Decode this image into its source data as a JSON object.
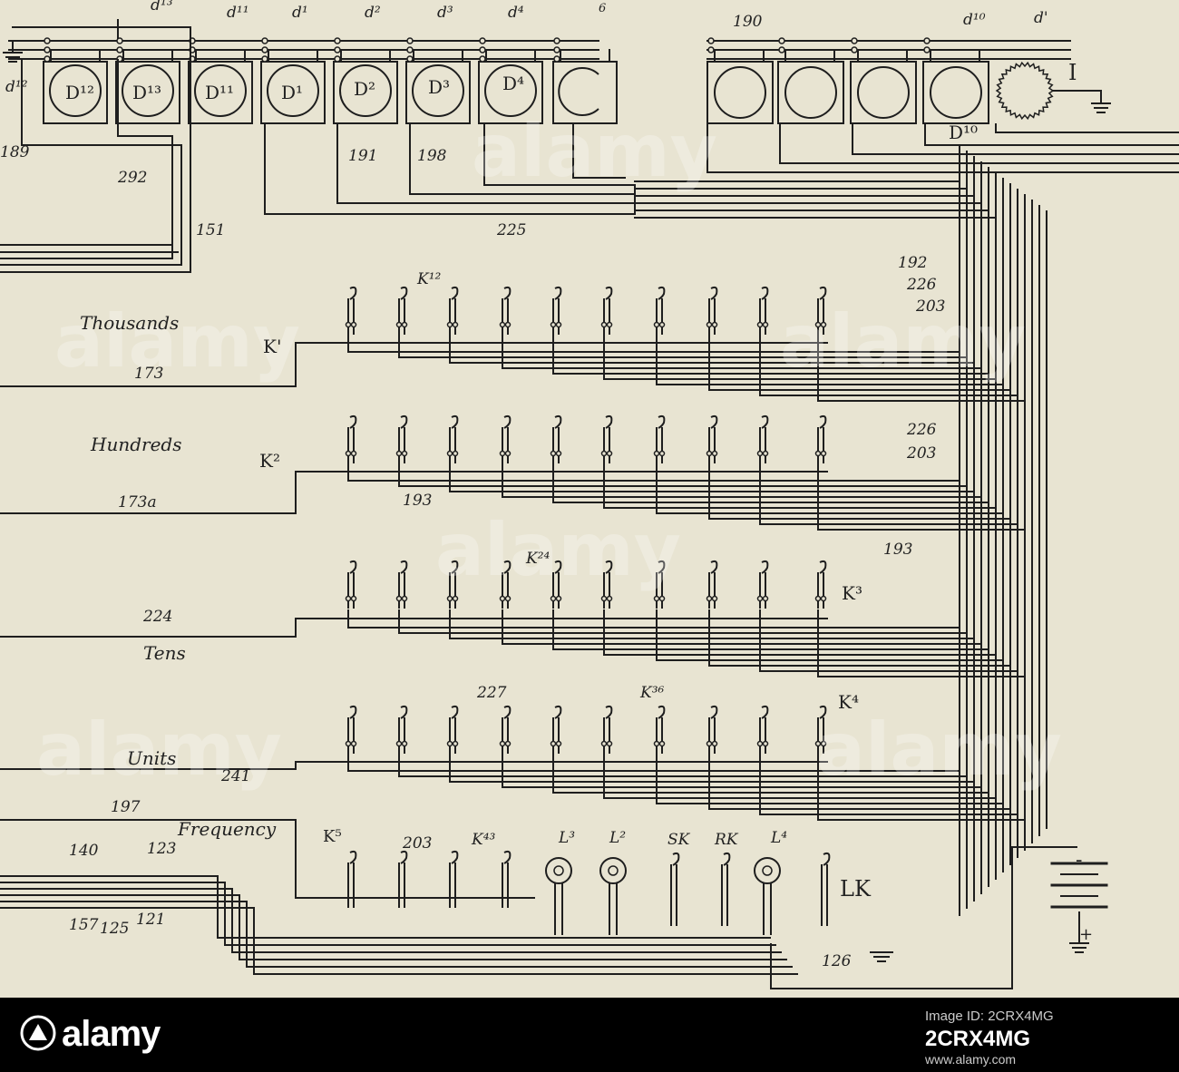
{
  "diagram": {
    "top_labels": {
      "d13": "d¹³",
      "d11": "d¹¹",
      "d1": "d¹",
      "d2": "d²",
      "d3": "d³",
      "d4": "d⁴",
      "d6": "6",
      "n190": "190",
      "d10": "d¹⁰",
      "d_prime": "d'",
      "d12": "d¹²"
    },
    "dials": [
      "D¹²",
      "D¹³",
      "D¹¹",
      "D¹",
      "D²",
      "D³",
      "D⁴"
    ],
    "dial_d10_label": "D¹⁰",
    "inductor_label": "I",
    "wire_numbers": {
      "n189": "189",
      "n292": "292",
      "n151": "151",
      "n191": "191",
      "n198": "198",
      "n225": "225",
      "n192": "192",
      "n226a": "226",
      "n203a": "203",
      "n226b": "226",
      "n203b": "203",
      "n193a": "193",
      "n193b": "193",
      "n227": "227",
      "n241": "241",
      "n197": "197",
      "n140": "140",
      "n123": "123",
      "n157": "157",
      "n125": "125",
      "n121": "121",
      "n126": "126",
      "n203c": "203",
      "n173": "173",
      "n173a": "173a",
      "n224": "224"
    },
    "row_labels": {
      "thousands": "Thousands",
      "hundreds": "Hundreds",
      "tens": "Tens",
      "units": "Units",
      "frequency": "Frequency"
    },
    "keys": {
      "K1": "K'",
      "K2": "K²",
      "K3": "K³",
      "K4": "K⁴",
      "K5": "K⁵",
      "k12": "K¹²",
      "k24": "K²⁴",
      "k36": "K³⁶",
      "k43": "K⁴³"
    },
    "lamps": {
      "L3": "L³",
      "L2": "L²",
      "L4": "L⁴"
    },
    "bottom_keys": {
      "SK": "SK",
      "RK": "RK",
      "LK": "LK"
    },
    "battery": {
      "minus": "-",
      "plus": "+"
    }
  },
  "watermark": [
    "alamy",
    "alamy",
    "alamy",
    "alamy",
    "alamy",
    "alamy"
  ],
  "footer": {
    "brand": "alamy",
    "image_id_label": "Image ID: 2CRX4MG",
    "image_id": "2CRX4MG",
    "site": "www.alamy.com"
  }
}
